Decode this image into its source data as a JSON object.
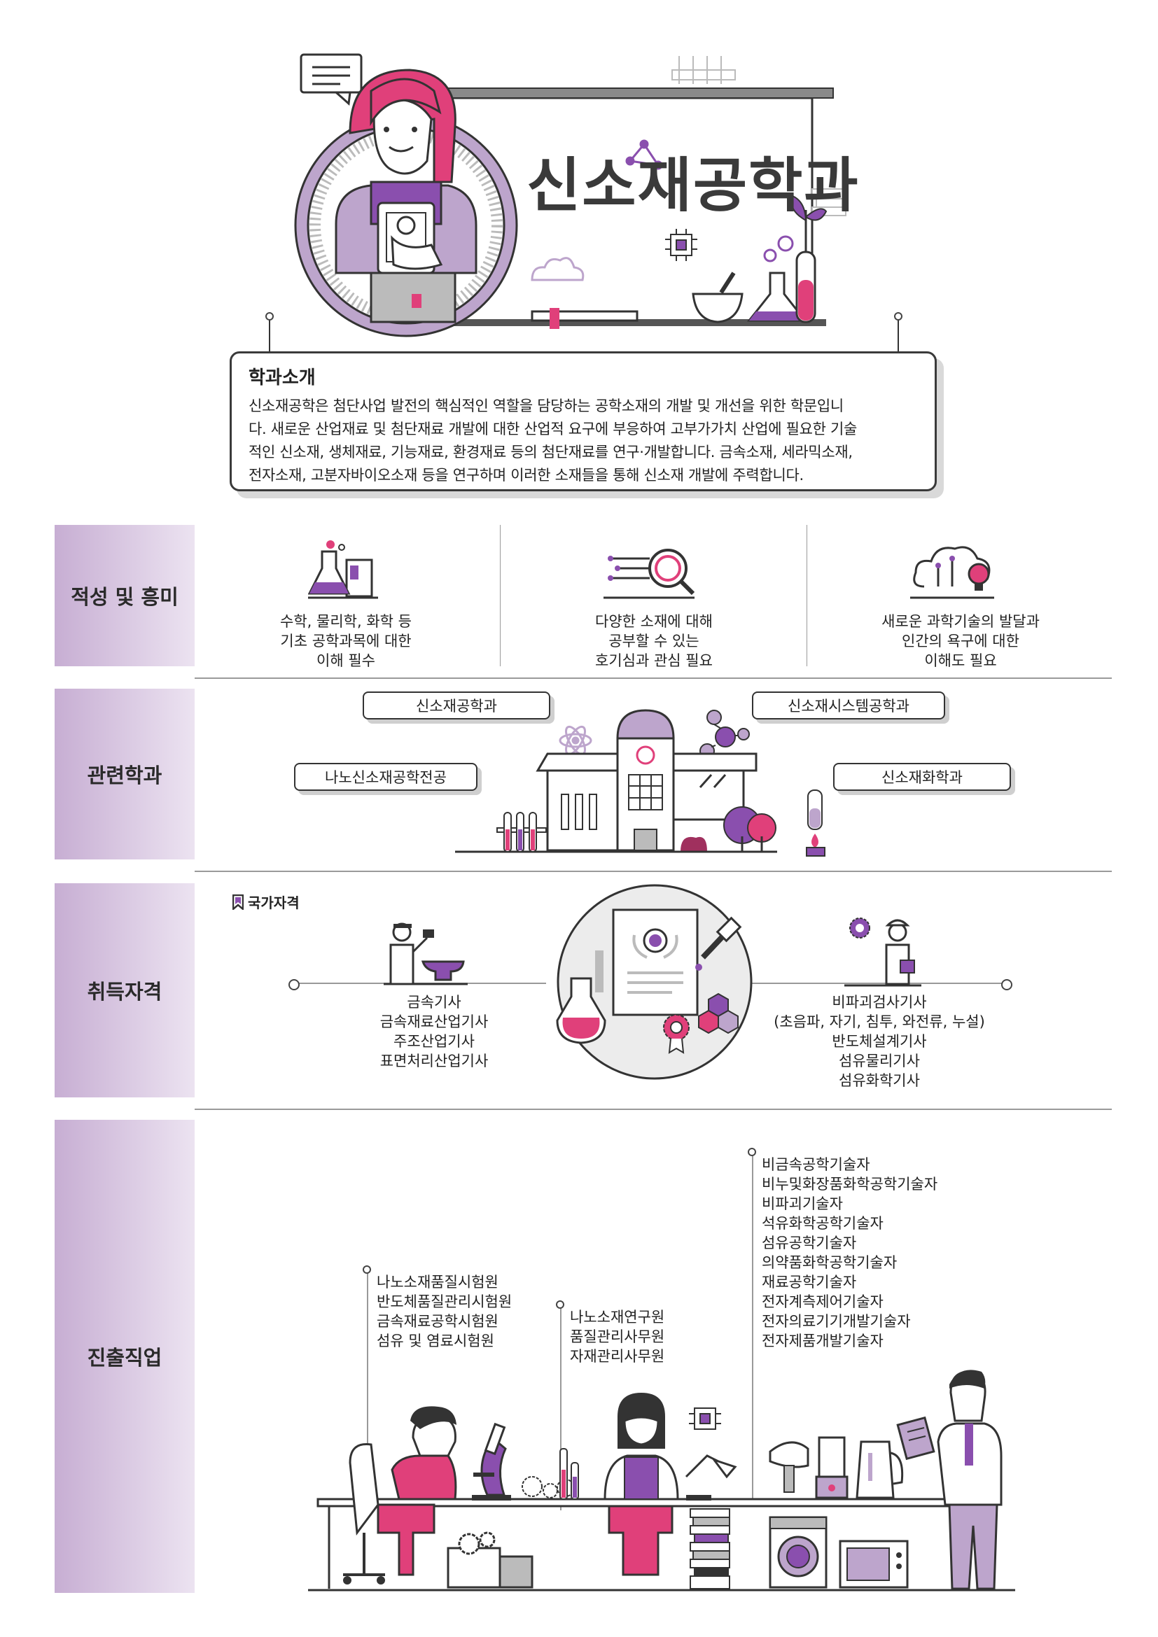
{
  "title": "신소재공학과",
  "intro": {
    "heading": "학과소개",
    "lines": [
      "신소재공학은 첨단사업 발전의 핵심적인 역할을 담당하는 공학소재의 개발 및 개선을 위한 학문입니",
      "다. 새로운 산업재료 및 첨단재료 개발에 대한 산업적 요구에 부응하여 고부가가치 산업에 필요한 기술",
      "적인 신소재, 생체재료, 기능재료, 환경재료 등의 첨단재료를 연구·개발합니다. 금속소재, 세라믹소재,",
      "전자소재, 고분자바이오소재 등을 연구하며 이러한 소재들을 통해 신소재 개발에 주력합니다."
    ]
  },
  "sections": {
    "aptitude": {
      "label": "적성 및 흥미",
      "items": [
        {
          "lines": [
            "수학, 물리학, 화학 등",
            "기초 공학과목에 대한",
            "이해 필수"
          ]
        },
        {
          "lines": [
            "다양한 소재에 대해",
            "공부할 수 있는",
            "호기심과 관심 필요"
          ]
        },
        {
          "lines": [
            "새로운 과학기술의 발달과",
            "인간의 욕구에 대한",
            "이해도 필요"
          ]
        }
      ]
    },
    "related": {
      "label": "관련학과",
      "tags": [
        "신소재공학과",
        "신소재시스템공학과",
        "나노신소재공학전공",
        "신소재화학과"
      ]
    },
    "certs": {
      "label": "취득자격",
      "badge": "국가자격",
      "left": [
        "금속기사",
        "금속재료산업기사",
        "주조산업기사",
        "표면처리산업기사"
      ],
      "right": [
        "비파괴검사기사",
        "(초음파, 자기, 침투, 와전류, 누설)",
        "반도체설계기사",
        "섬유물리기사",
        "섬유화학기사"
      ]
    },
    "careers": {
      "label": "진출직업",
      "group1": [
        "나노소재품질시험원",
        "반도체품질관리시험원",
        "금속재료공학시험원",
        "섬유 및 염료시험원"
      ],
      "group2": [
        "나노소재연구원",
        "품질관리사무원",
        "자재관리사무원"
      ],
      "group3": [
        "비금속공학기술자",
        "비누및화장품화학공학기술자",
        "비파괴기술자",
        "석유화학공학기술자",
        "섬유공학기술자",
        "의약품화학공학기술자",
        "재료공학기술자",
        "전자계측제어기술자",
        "전자의료기기개발기술자",
        "전자제품개발기술자"
      ]
    }
  },
  "colors": {
    "accent": "#e0407a",
    "purple": "#8a4fae",
    "light_purple": "#c7aed3",
    "outline": "#333333"
  }
}
